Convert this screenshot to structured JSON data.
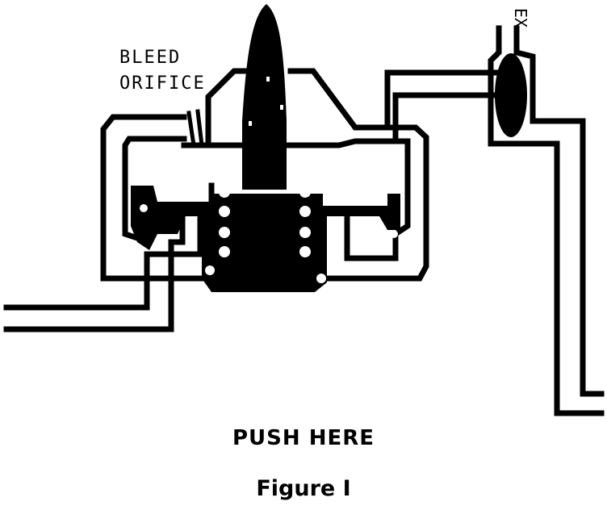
{
  "labels": {
    "bleed_orifice_line1": "BLEED",
    "bleed_orifice_line2": "ORIFICE",
    "exhaust": "EX"
  },
  "captions": {
    "push_here": "PUSH HERE",
    "figure": "Figure I"
  },
  "colors": {
    "ink": "#000000",
    "paper": "#ffffff"
  }
}
